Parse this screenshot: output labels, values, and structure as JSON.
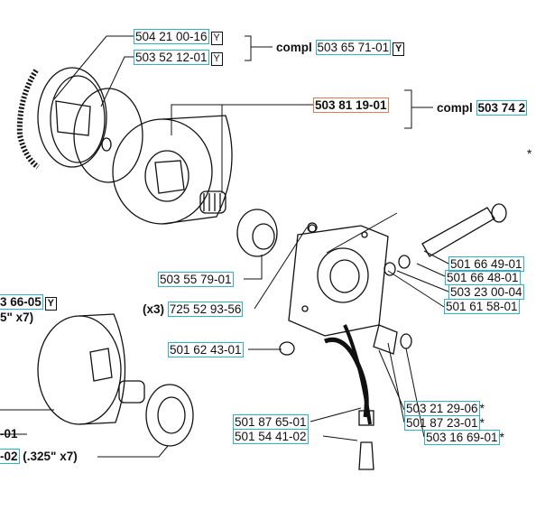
{
  "labels": {
    "pn_504_21_00_16": "504 21 00-16",
    "pn_503_52_12_01": "503 52 12-01",
    "compl_prefix_1": "compl",
    "pn_503_65_71_01": "503 65 71-01",
    "pn_503_81_19_01": "503 81 19-01",
    "compl_prefix_2": "compl",
    "pn_503_74_2": "503 74 2",
    "pn_503_55_79_01": "503 55 79-01",
    "x3_prefix": "(x3)",
    "pn_725_52_93_56": "725 52 93-56",
    "pn_3_66_05": "3 66-05",
    "size_5_x7": "5\" x7)",
    "pn_501_62_43_01": "501 62 43-01",
    "pn_501_66_49_01": "501 66 49-01",
    "pn_501_66_48_01": "501 66 48-01",
    "pn_503_23_00_04": "503 23 00-04",
    "pn_501_61_58_01": "501 61 58-01",
    "pn_503_21_29_06": "503 21 29-06",
    "pn_501_87_23_01": "501 87 23-01",
    "pn_503_16_69_01": "503 16 69-01",
    "pn_501_87_65_01": "501 87 65-01",
    "pn_501_54_41_02": "501 54 41-02",
    "frag_01": "-01",
    "frag_02": "-02",
    "size_325_x7": "(.325\" x7)",
    "y_mark": "Y",
    "star": "*"
  },
  "colors": {
    "link_box": "#26b4cf",
    "highlight_box": "#e07a50",
    "ink": "#111111"
  }
}
